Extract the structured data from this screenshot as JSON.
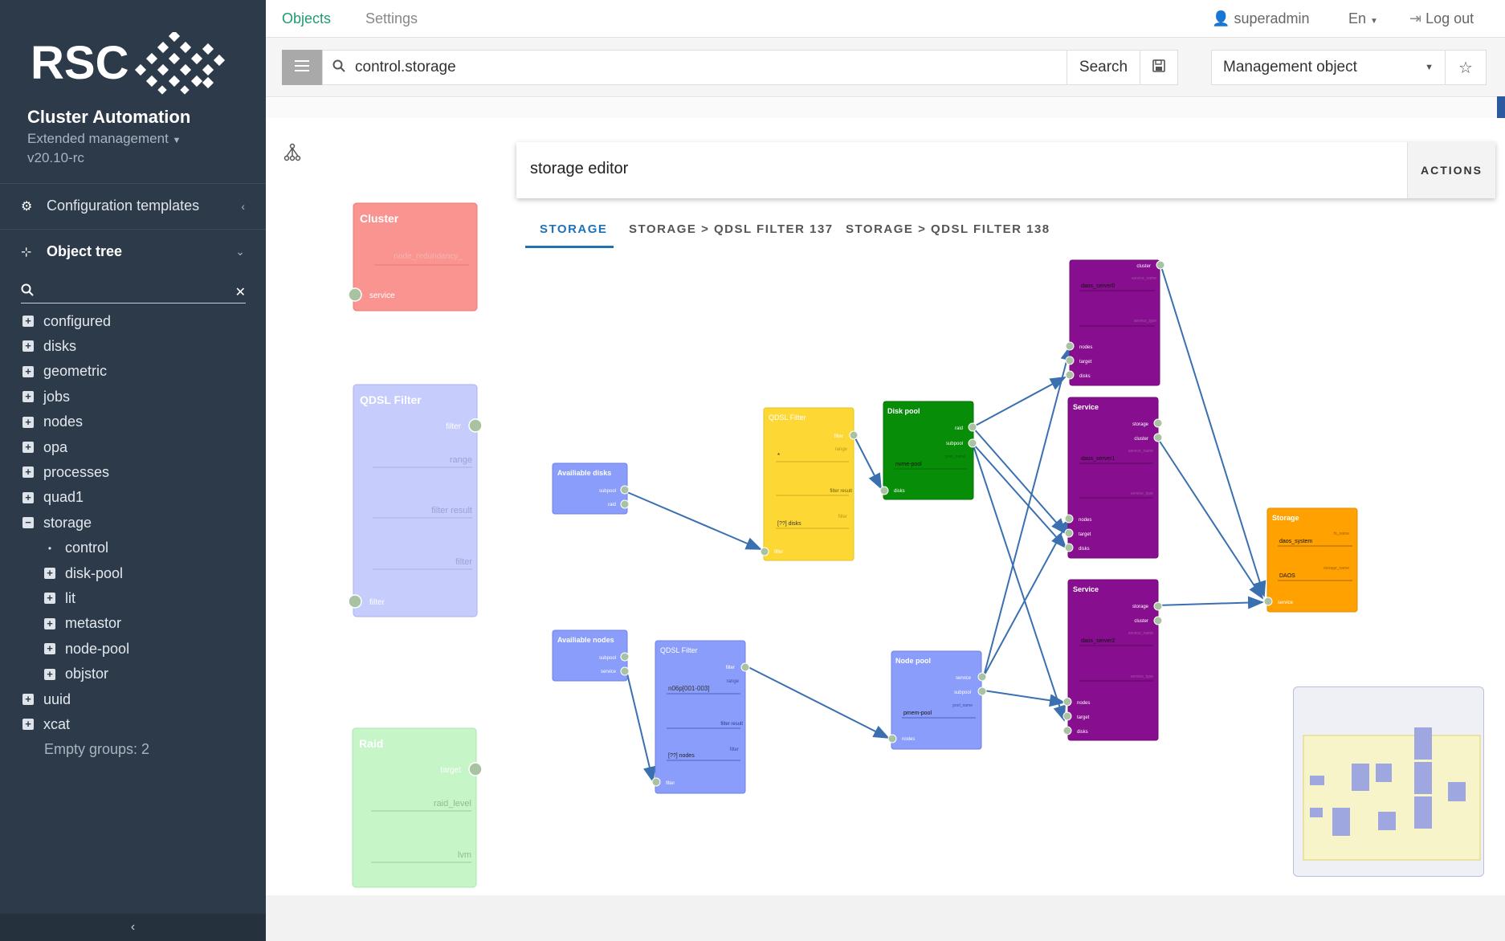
{
  "sidebar": {
    "logo": "RSC",
    "title": "Cluster Automation",
    "subtitle": "Extended management",
    "version": "v20.10-rc",
    "config_templates": "Configuration templates",
    "object_tree": "Object tree",
    "tree": [
      {
        "label": "configured",
        "type": "group"
      },
      {
        "label": "disks",
        "type": "group"
      },
      {
        "label": "geometric",
        "type": "group"
      },
      {
        "label": "jobs",
        "type": "group"
      },
      {
        "label": "nodes",
        "type": "group"
      },
      {
        "label": "opa",
        "type": "group"
      },
      {
        "label": "processes",
        "type": "group"
      },
      {
        "label": "quad1",
        "type": "group"
      },
      {
        "label": "storage",
        "type": "open"
      },
      {
        "label": "control",
        "type": "leaf"
      },
      {
        "label": "disk-pool",
        "type": "child"
      },
      {
        "label": "lit",
        "type": "child"
      },
      {
        "label": "metastor",
        "type": "child"
      },
      {
        "label": "node-pool",
        "type": "child"
      },
      {
        "label": "objstor",
        "type": "child"
      },
      {
        "label": "uuid",
        "type": "group"
      },
      {
        "label": "xcat",
        "type": "group"
      },
      {
        "label": "Empty groups: 2",
        "type": "note"
      }
    ]
  },
  "topnav": {
    "tab_objects": "Objects",
    "tab_settings": "Settings",
    "user": "superadmin",
    "lang": "En",
    "logout": "Log out"
  },
  "toolbar": {
    "search_value": "control.storage",
    "search_button": "Search",
    "type_select": "Management object"
  },
  "editor": {
    "title": "storage editor",
    "actions": "ACTIONS",
    "tabs": [
      "STORAGE",
      "STORAGE > QDSL FILTER 137",
      "STORAGE > QDSL FILTER 138"
    ]
  },
  "palette": {
    "cluster": {
      "title": "Cluster",
      "field": "node_redundancy_",
      "port": "service"
    },
    "qdsl": {
      "title": "QDSL Filter",
      "filter": "filter",
      "range": "range",
      "result": "filter result",
      "filter2": "filter",
      "port": "filter"
    },
    "raid": {
      "title": "Raid",
      "target": "target",
      "raid_level": "raid_level",
      "lvm": "lvm"
    }
  },
  "colors": {
    "accent": "#1e9b74",
    "sidebar": "#2d3a4a",
    "cluster": "#f99491",
    "qdsl_palette": "#c6ccfb",
    "raid": "#c6f6c8",
    "blue_node": "#8b9dfa",
    "yellow_node": "#fdd835",
    "green_node": "#088d08",
    "purple_node": "#870e8e",
    "orange_node": "#ffa100",
    "edge": "#3a6fb0"
  },
  "graph": {
    "avail_disks": {
      "title": "Availiable disks",
      "p1": "subpool",
      "p2": "raid"
    },
    "avail_nodes": {
      "title": "Availiable nodes",
      "p1": "subpool",
      "p2": "service"
    },
    "qf_top": {
      "title": "QDSL Filter",
      "filter": "filter",
      "range": "range",
      "value": "*",
      "result": "filter result",
      "f2": "filter",
      "res2": "[??] disks",
      "in": "filter"
    },
    "qf_bottom": {
      "title": "QDSL Filter",
      "filter": "filter",
      "range": "range",
      "value": "n06p[001-003]",
      "result": "filter result",
      "f2": "filter",
      "res2": "[??] nodes",
      "in": "filter"
    },
    "disk_pool": {
      "title": "Disk pool",
      "p1": "raid",
      "p2": "subpool",
      "label": "pool_name",
      "value": "nvme-pool",
      "in": "disks"
    },
    "node_pool": {
      "title": "Node pool",
      "p1": "service",
      "p2": "subpool",
      "label": "pool_name",
      "value": "pmem-pool",
      "in": "nodes"
    },
    "svc0": {
      "title": "",
      "p1": "cluster",
      "label": "service_name",
      "value": "daos_server0",
      "label2": "service_type",
      "in1": "nodes",
      "in2": "target",
      "in3": "disks"
    },
    "svc1": {
      "title": "Service",
      "p1": "storage",
      "p2": "cluster",
      "label": "service_name",
      "value": "daos_server1",
      "label2": "service_type",
      "in1": "nodes",
      "in2": "target",
      "in3": "disks"
    },
    "svc2": {
      "title": "Service",
      "p1": "storage",
      "p2": "cluster",
      "label": "service_name",
      "value": "daos_server2",
      "label2": "service_type",
      "in1": "nodes",
      "in2": "target",
      "in3": "disks"
    },
    "storage": {
      "title": "Storage",
      "l1": "fs_name",
      "v1": "daos_system",
      "l2": "storage_name",
      "v2": "DAOS",
      "in": "service"
    }
  }
}
